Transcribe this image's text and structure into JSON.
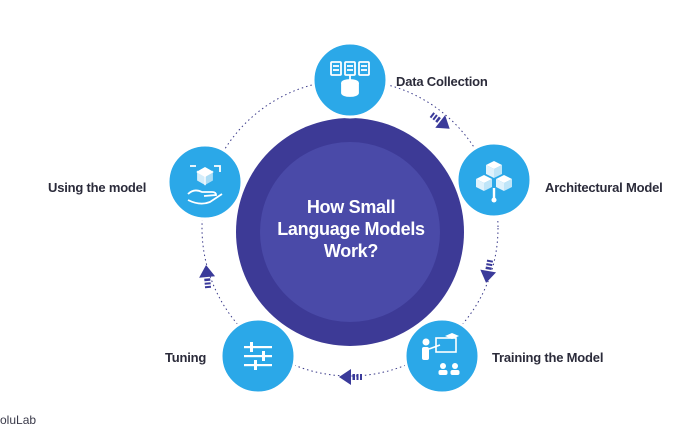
{
  "center": {
    "line1": "How Small",
    "line2": "Language Models",
    "line3": "Work?"
  },
  "steps": [
    {
      "label": "Data Collection",
      "icon": "database-icon"
    },
    {
      "label": "Architectural Model",
      "icon": "cubes-network-icon"
    },
    {
      "label": "Training the Model",
      "icon": "training-presentation-icon"
    },
    {
      "label": "Tuning",
      "icon": "sliders-icon"
    },
    {
      "label": "Using the model",
      "icon": "hand-cube-icon"
    }
  ],
  "brand": "oluLab",
  "colors": {
    "outer_circle": "#3d3a96",
    "inner_circle": "#4a4aa8",
    "step_circle": "#2ba8e8",
    "arrow": "#3a3a9a",
    "dotted_ring": "#3a3a8a"
  }
}
